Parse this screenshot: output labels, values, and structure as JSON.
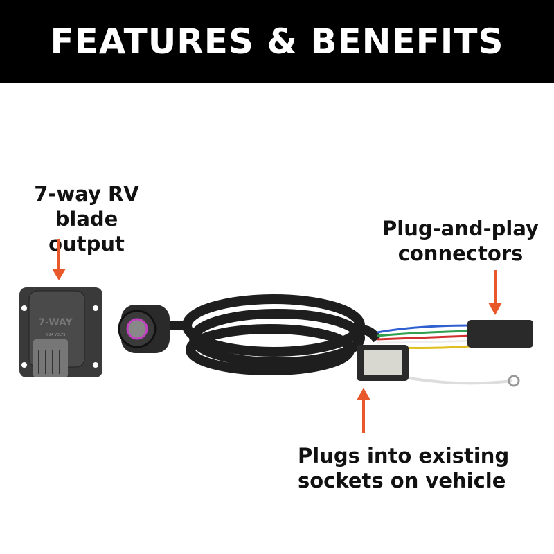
{
  "banner": {
    "title": "FEATURES & BENEFITS"
  },
  "callouts": {
    "blade_output": {
      "line1": "7-way RV",
      "line2": "blade output"
    },
    "connectors": {
      "line1": "Plug-and-play",
      "line2": "connectors"
    },
    "sockets": {
      "line1": "Plugs into existing",
      "line2": "sockets on vehicle"
    }
  },
  "product": {
    "socket_brand": "7-WAY",
    "socket_rating": "6-24 VOLTS"
  },
  "colors": {
    "banner": "#000000",
    "arrow": "#e8582a",
    "harness": "#1e1e1e"
  }
}
